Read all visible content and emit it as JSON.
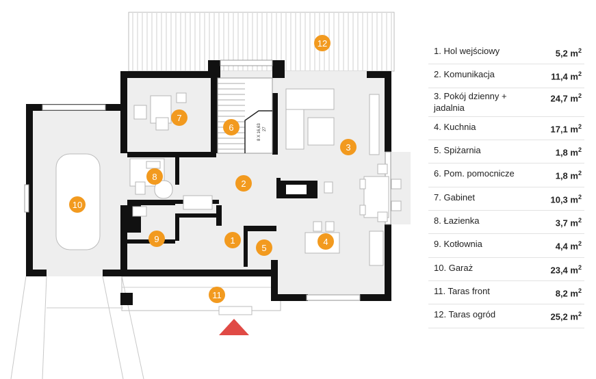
{
  "plan": {
    "stair_label": "8 X 16,63",
    "stair_label_2": "27",
    "rooms": [
      {
        "num": "1",
        "name": "Hol wejściowy",
        "area": "5,2",
        "unit": "m"
      },
      {
        "num": "2",
        "name": "Komunikacja",
        "area": "11,4",
        "unit": "m"
      },
      {
        "num": "3",
        "name": "Pokój dzienny + jadalnia",
        "area": "24,7",
        "unit": "m"
      },
      {
        "num": "4",
        "name": "Kuchnia",
        "area": "17,1",
        "unit": "m"
      },
      {
        "num": "5",
        "name": "Spiżarnia",
        "area": "1,8",
        "unit": "m"
      },
      {
        "num": "6",
        "name": "Pom. pomocnicze",
        "area": "1,8",
        "unit": "m"
      },
      {
        "num": "7",
        "name": "Gabinet",
        "area": "10,3",
        "unit": "m"
      },
      {
        "num": "8",
        "name": "Łazienka",
        "area": "3,7",
        "unit": "m"
      },
      {
        "num": "9",
        "name": "Kotłownia",
        "area": "4,4",
        "unit": "m"
      },
      {
        "num": "10",
        "name": "Garaż",
        "area": "23,4",
        "unit": "m"
      },
      {
        "num": "11",
        "name": "Taras front",
        "area": "8,2",
        "unit": "m"
      },
      {
        "num": "12",
        "name": "Taras ogród",
        "area": "25,2",
        "unit": "m"
      }
    ],
    "exponent": "2",
    "colors": {
      "badge": "#f29a1f",
      "wall": "#111111",
      "floor": "#eeeeee",
      "entry_arrow": "#e04a45"
    }
  }
}
